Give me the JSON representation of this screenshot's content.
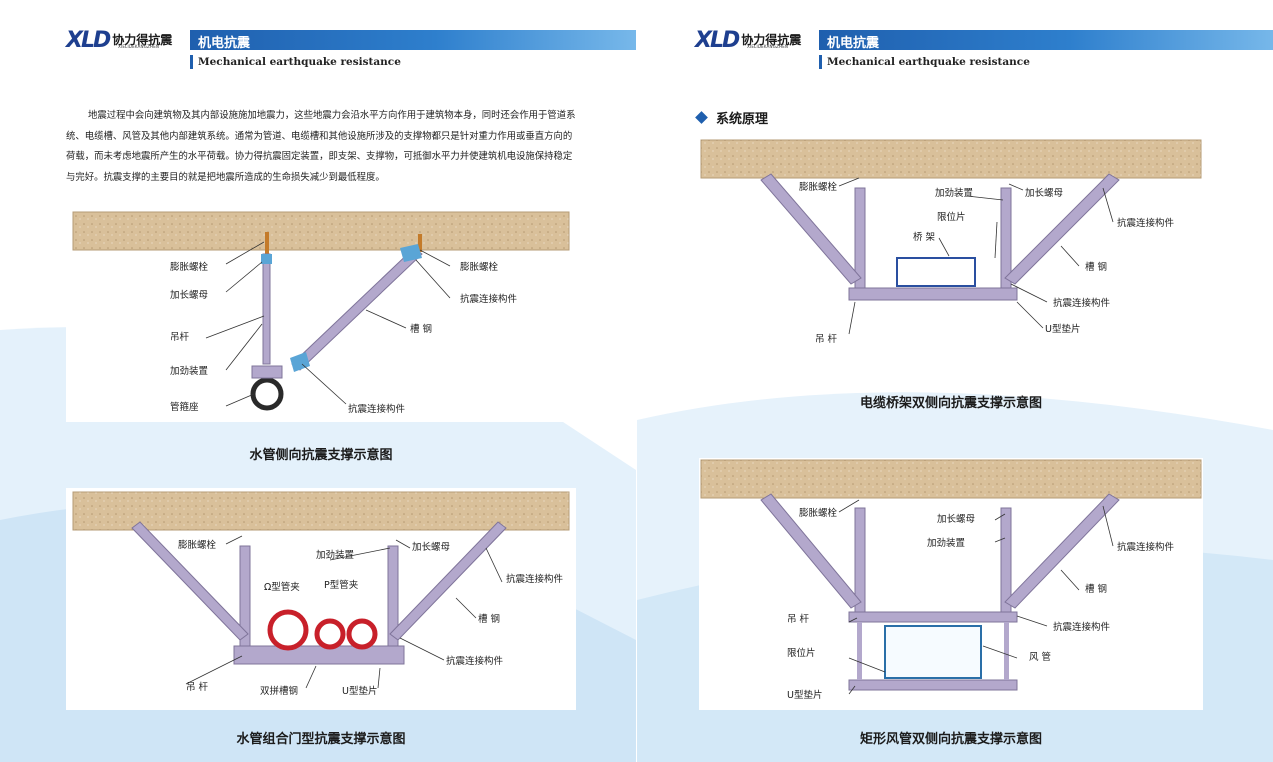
{
  "brand": {
    "logo_text": "XLD",
    "logo_cn": "协力得抗震",
    "logo_sub": "XIELIDEKANGZHEN"
  },
  "header": {
    "title": "机电抗震",
    "subtitle": "Mechanical earthquake resistance"
  },
  "left_page": {
    "intro": "地震过程中会向建筑物及其内部设施施加地震力，这些地震力会沿水平方向作用于建筑物本身，同时还会作用于管道系统、电缆槽、风管及其他内部建筑系统。通常为管道、电缆槽和其他设施所涉及的支撑物都只是针对重力作用或垂直方向的荷载，而未考虑地震所产生的水平荷载。协力得抗震固定装置，即支架、支撑物，可抵御水平力并使建筑机电设施保持稳定与完好。抗震支撑的主要目的就是把地震所造成的生命损失减少到最低程度。",
    "fig1": {
      "caption": "水管侧向抗震支撑示意图",
      "labels": {
        "bolt_left": "膨胀螺栓",
        "nut": "加长螺母",
        "rod": "吊杆",
        "stiffener": "加劲装置",
        "clamp": "管箍座",
        "bolt_right": "膨胀螺栓",
        "connector_top": "抗震连接构件",
        "channel": "槽  钢",
        "connector_bottom": "抗震连接构件"
      }
    },
    "fig2": {
      "caption": "水管组合门型抗震支撑示意图",
      "labels": {
        "bolt": "膨胀螺栓",
        "stiffener": "加劲装置",
        "nut": "加长螺母",
        "omega": "Ω型管夹",
        "p_clamp": "P型管夹",
        "connector_top": "抗震连接构件",
        "channel": "槽  钢",
        "connector_bottom": "抗震连接构件",
        "rod": "吊  杆",
        "double_channel": "双拼槽钢",
        "u_washer": "U型垫片"
      }
    }
  },
  "right_page": {
    "section_title": "系统原理",
    "fig3": {
      "caption": "电缆桥架双侧向抗震支撑示意图",
      "labels": {
        "bolt": "膨胀螺栓",
        "stiffener": "加劲装置",
        "nut": "加长螺母",
        "limiter": "限位片",
        "tray": "桥  架",
        "connector_top": "抗震连接构件",
        "channel": "槽  钢",
        "connector_bottom": "抗震连接构件",
        "rod": "吊  杆",
        "u_washer": "U型垫片"
      }
    },
    "fig4": {
      "caption": "矩形风管双侧向抗震支撑示意图",
      "labels": {
        "bolt": "膨胀螺栓",
        "nut": "加长螺母",
        "stiffener": "加劲装置",
        "connector_top": "抗震连接构件",
        "channel": "槽  钢",
        "rod": "吊  杆",
        "connector_bottom": "抗震连接构件",
        "limiter": "限位片",
        "duct": "风  管",
        "u_washer": "U型垫片"
      }
    }
  },
  "colors": {
    "brand_blue": "#1f5fae",
    "brand_red": "#d8252a",
    "channel_purple": "#b3a8cc",
    "concrete": "#d9c09a",
    "pipe_red": "#c8202a",
    "bracket_blue": "#5aa5d6"
  }
}
